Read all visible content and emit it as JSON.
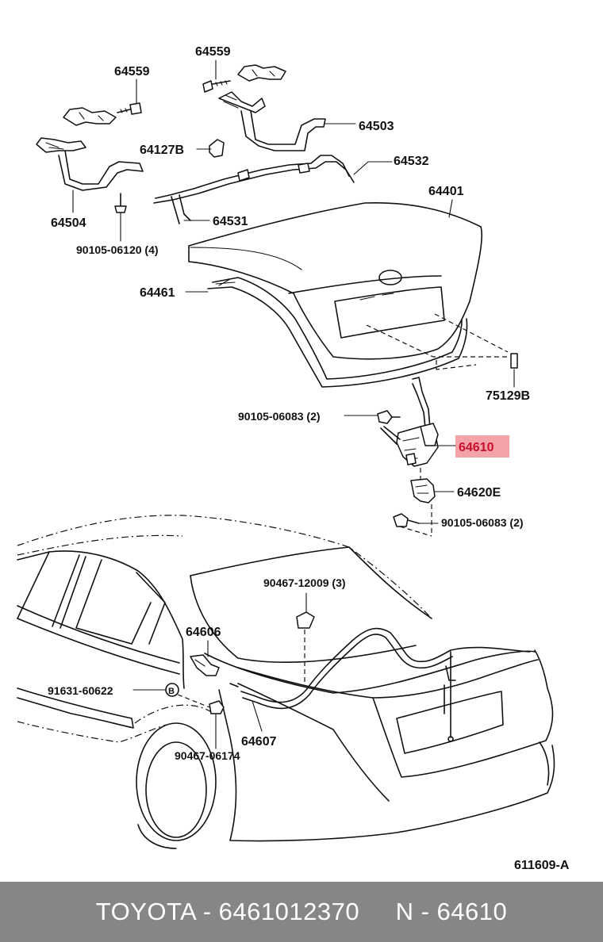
{
  "diagram": {
    "callouts": [
      {
        "id": "c64559a",
        "text": "64559"
      },
      {
        "id": "c64559b",
        "text": "64559"
      },
      {
        "id": "c64503",
        "text": "64503"
      },
      {
        "id": "c64127b",
        "text": "64127B"
      },
      {
        "id": "c64532",
        "text": "64532"
      },
      {
        "id": "c64504",
        "text": "64504"
      },
      {
        "id": "c64531",
        "text": "64531"
      },
      {
        "id": "c64401",
        "text": "64401"
      },
      {
        "id": "c90105_06120",
        "text": "90105-06120 (4)"
      },
      {
        "id": "c64461",
        "text": "64461"
      },
      {
        "id": "c75129b",
        "text": "75129B"
      },
      {
        "id": "c90105_06083a",
        "text": "90105-06083 (2)"
      },
      {
        "id": "c64610",
        "text": "64610",
        "highlighted": true
      },
      {
        "id": "c64620e",
        "text": "64620E"
      },
      {
        "id": "c90105_06083b",
        "text": "90105-06083 (2)"
      },
      {
        "id": "c90467_12009",
        "text": "90467-12009 (3)"
      },
      {
        "id": "c64606",
        "text": "64606"
      },
      {
        "id": "c91631_60622",
        "text": "91631-60622"
      },
      {
        "id": "c64607",
        "text": "64607"
      },
      {
        "id": "c90467_06174",
        "text": "90467-06174"
      },
      {
        "id": "ref_marker",
        "text": "B"
      }
    ],
    "drawing_code": "611609-A",
    "highlight_color": "#f4a3a8"
  },
  "footer": {
    "text": "TOYOTA - 6461012370     N - 64610",
    "background": "#868686"
  }
}
